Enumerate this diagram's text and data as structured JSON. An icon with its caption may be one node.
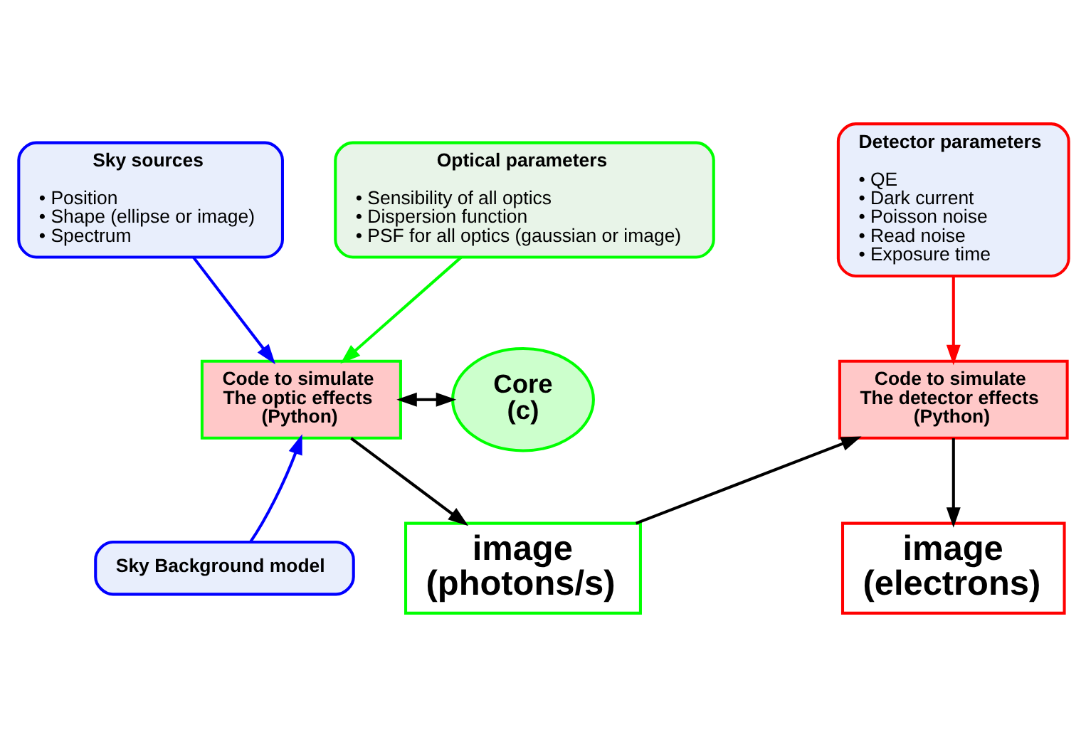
{
  "diagram": {
    "nodes": [
      {
        "text": [
          "Sky sources",
          "• Position",
          "• Shape (ellipse or image)",
          "• Spectrum"
        ]
      },
      {
        "text": [
          "Optical parameters",
          "• Sensibility of all optics",
          "• Dispersion function",
          "• PSF for all optics (gaussian or image)"
        ]
      },
      {
        "text": [
          "Detector parameters",
          "• QE",
          "• Dark current",
          "• Poisson noise",
          "• Read noise",
          "• Exposure time"
        ]
      },
      {
        "text": [
          "Code to simulate The optic effects (Python)"
        ]
      },
      {
        "text": [
          "Core (c)"
        ]
      },
      {
        "text": [
          "Code to simulate The detector effects (Python)"
        ]
      },
      {
        "text": [
          "Sky Background model"
        ]
      },
      {
        "text": [
          "image (photons/s)"
        ]
      },
      {
        "text": [
          "image (electrons)"
        ]
      }
    ],
    "edges": [
      {
        "from": 0,
        "to": 3,
        "arrow": "to",
        "color": "#0000ff"
      },
      {
        "from": 1,
        "to": 3,
        "arrow": "to",
        "color": "#00ff00"
      },
      {
        "from": 6,
        "to": 3,
        "arrow": "to",
        "color": "#0000ff"
      },
      {
        "from": 3,
        "to": 4,
        "arrow": "both"
      },
      {
        "from": 3,
        "to": 7,
        "arrow": "to"
      },
      {
        "from": 7,
        "to": 5,
        "arrow": "to"
      },
      {
        "from": 2,
        "to": 5,
        "arrow": "to",
        "color": "#ff0000"
      },
      {
        "from": 5,
        "to": 8,
        "arrow": "to"
      }
    ]
  }
}
